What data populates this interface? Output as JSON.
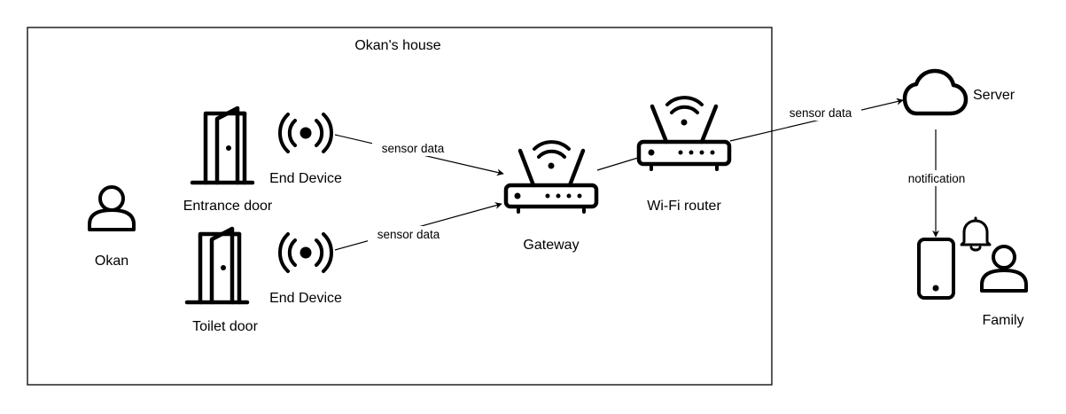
{
  "house": {
    "title": "Okan's house"
  },
  "nodes": {
    "person": {
      "label": "Okan",
      "icon": "person-icon"
    },
    "entrance_door": {
      "label": "Entrance door",
      "icon": "door-icon"
    },
    "toilet_door": {
      "label": "Toilet door",
      "icon": "door-icon"
    },
    "end_device_1": {
      "label": "End Device",
      "icon": "radio-signal-icon"
    },
    "end_device_2": {
      "label": "End Device",
      "icon": "radio-signal-icon"
    },
    "gateway": {
      "label": "Gateway",
      "icon": "router-icon"
    },
    "wifi_router": {
      "label": "Wi-Fi router",
      "icon": "router-icon"
    },
    "server": {
      "label": "Server",
      "icon": "cloud-icon"
    },
    "family": {
      "label": "Family",
      "icons": [
        "smartphone-icon",
        "bell-icon",
        "person-icon"
      ]
    }
  },
  "edges": {
    "device1_to_gateway": {
      "label": "sensor data"
    },
    "device2_to_gateway": {
      "label": "sensor data"
    },
    "router_to_server": {
      "label": "sensor data"
    },
    "server_to_family": {
      "label": "notification"
    }
  }
}
